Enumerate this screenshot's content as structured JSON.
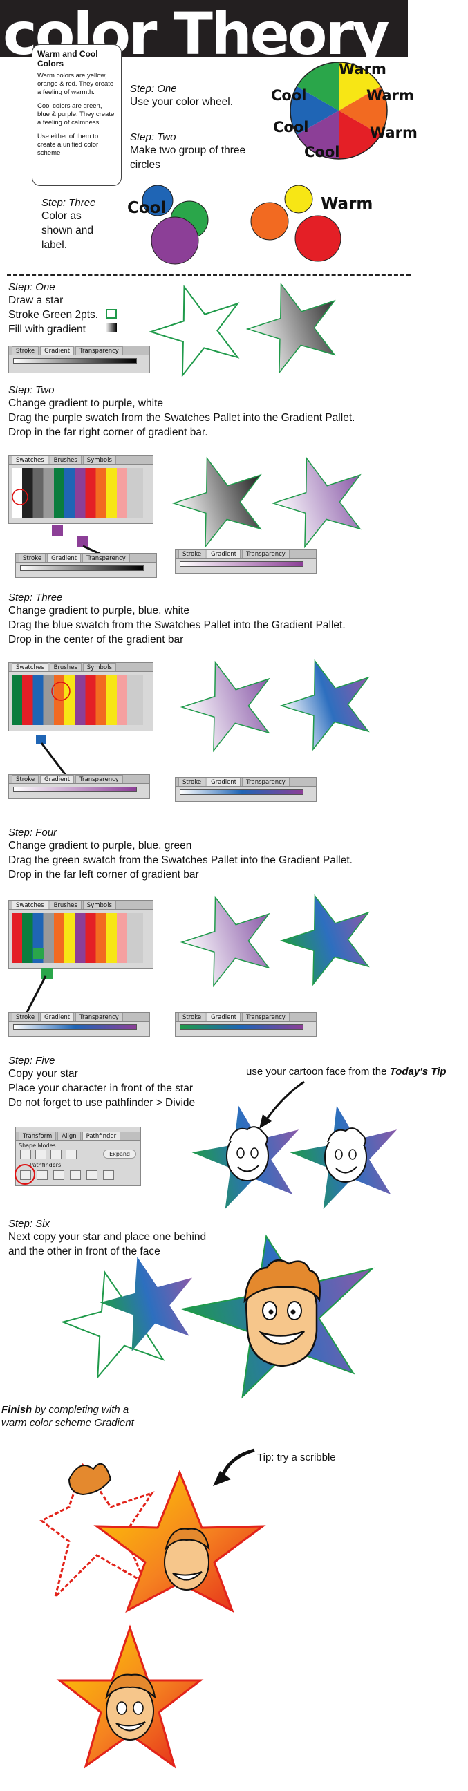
{
  "header": {
    "title": "color Theory"
  },
  "infobox": {
    "title": "Warm and Cool Colors",
    "warm_text": "Warm colors are yellow, orange & red. They create a feeling of warmth.",
    "cool_text": "Cool colors are green, blue & purple. They create a feeling of calmness.",
    "use_text": "Use either of them to create a unified color scheme"
  },
  "wheel": {
    "labels": [
      "Warm",
      "Warm",
      "Warm",
      "Cool",
      "Cool",
      "Cool"
    ],
    "colors": {
      "yellow": "#f7e615",
      "orange": "#f26a21",
      "red": "#e41f26",
      "purple": "#8c3f97",
      "blue": "#1f65b5",
      "green": "#2aa64a"
    }
  },
  "steps_intro": [
    {
      "label": "Step: One",
      "lines": [
        "Use your color wheel."
      ]
    },
    {
      "label": "Step: Two",
      "lines": [
        "Make two group of three",
        "circles"
      ]
    },
    {
      "label": "Step: Three",
      "lines": [
        "Color as",
        "shown and",
        "label."
      ]
    }
  ],
  "groups": {
    "cool": "Cool",
    "warm": "Warm"
  },
  "star_steps": [
    {
      "label": "Step: One",
      "lines": [
        "Draw a star",
        "Stroke Green 2pts.",
        "Fill with gradient"
      ]
    },
    {
      "label": "Step: Two",
      "lines": [
        "Change gradient to purple, white",
        "Drag the purple swatch from the Swatches Pallet into the Gradient Pallet.",
        "Drop in the far right corner of gradient bar."
      ]
    },
    {
      "label": "Step: Three",
      "lines": [
        "Change gradient to purple, blue, white",
        "Drag the blue swatch from the Swatches Pallet into the Gradient Pallet.",
        "Drop in the center of the gradient bar"
      ]
    },
    {
      "label": "Step: Four",
      "lines": [
        "Change gradient to purple, blue, green",
        "Drag the green swatch from the Swatches Pallet into the Gradient Pallet.",
        "Drop in the far left corner of gradient bar"
      ]
    },
    {
      "label": "Step: Five",
      "lines": [
        "Copy your star",
        "Place your character in front of the star",
        "Do not forget to use pathfinder > Divide"
      ]
    },
    {
      "label": "Step: Six",
      "lines": [
        "Next copy your star and place one behind",
        "and the other in front of the face"
      ]
    }
  ],
  "palette_tabs": {
    "stroke": "Stroke",
    "gradient": "Gradient",
    "transparency": "Transparency",
    "swatches": "Swatches",
    "brushes": "Brushes",
    "symbols": "Symbols",
    "transform": "Transform",
    "align": "Align",
    "pathfinder": "Pathfinder",
    "shape_modes": "Shape Modes:",
    "pathfinders": "Pathfinders:",
    "expand": "Expand"
  },
  "tip_today": {
    "prefix": "use your cartoon face from the ",
    "emph": "Today's Tip"
  },
  "finish": {
    "emph": "Finish",
    "rest": " by completing with a",
    "line2": "warm color  scheme Gradient"
  },
  "tip_scribble": "Tip: try a scribble"
}
